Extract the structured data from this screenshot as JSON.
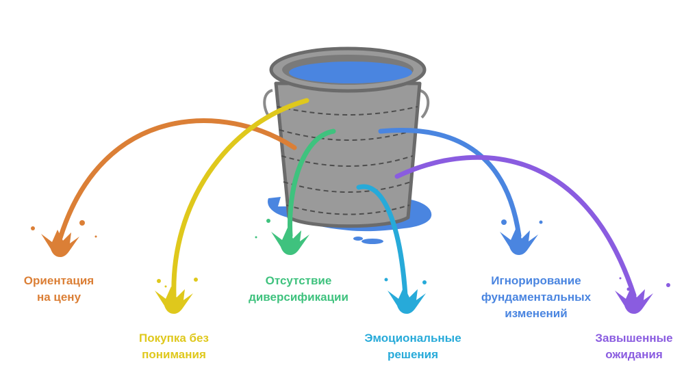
{
  "labels": [
    {
      "id": "price",
      "lines": [
        "Ориентация",
        "на цену"
      ],
      "color": "#db7f36"
    },
    {
      "id": "buying",
      "lines": [
        "Покупка без",
        "понимания"
      ],
      "color": "#dfc81c"
    },
    {
      "id": "divers",
      "lines": [
        "Отсутствие",
        "диверсификации"
      ],
      "color": "#3fc27e"
    },
    {
      "id": "emotion",
      "lines": [
        "Эмоциональные",
        "решения"
      ],
      "color": "#27aad9"
    },
    {
      "id": "ignore",
      "lines": [
        "Игнорирование",
        "фундаментальных",
        "изменений"
      ],
      "color": "#4a85e0"
    },
    {
      "id": "expect",
      "lines": [
        "Завышенные",
        "ожидания"
      ],
      "color": "#8a5ce0"
    }
  ],
  "colors": {
    "bucket": "#9a9a9a",
    "bucket_outline": "#6b6b6b",
    "water": "#4a85e0"
  },
  "icons": [
    "bucket-icon",
    "splash-icon"
  ]
}
